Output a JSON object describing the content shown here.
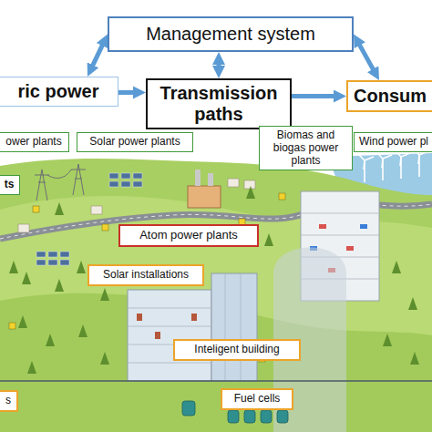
{
  "diagram": {
    "nodes": [
      {
        "text": [
          "Management system"
        ]
      },
      {
        "text": [
          "ric power"
        ]
      },
      {
        "text": [
          "Transmission paths"
        ]
      },
      {
        "text": [
          "Consum"
        ]
      },
      {
        "text": [
          "ower plants"
        ]
      },
      {
        "text": [
          "Solar power plants"
        ]
      },
      {
        "text": [
          "Biomas and biogas power plants"
        ]
      },
      {
        "text": [
          "Wind power pl"
        ]
      },
      {
        "text": [
          "ts"
        ]
      },
      {
        "text": [
          "Atom power plants"
        ]
      },
      {
        "text": [
          "Solar installations"
        ]
      },
      {
        "text": [
          "Inteligent building"
        ]
      },
      {
        "text": [
          "Fuel cells"
        ]
      },
      {
        "text": [
          "s"
        ]
      }
    ],
    "edges": [
      {
        "from": 0,
        "to": 1,
        "arrow": "both"
      },
      {
        "from": 0,
        "to": 3,
        "arrow": "both"
      },
      {
        "from": 0,
        "to": 2,
        "arrow": "both"
      },
      {
        "from": 1,
        "to": 2,
        "arrow": "to"
      },
      {
        "from": 2,
        "to": 3,
        "arrow": "to"
      }
    ]
  }
}
